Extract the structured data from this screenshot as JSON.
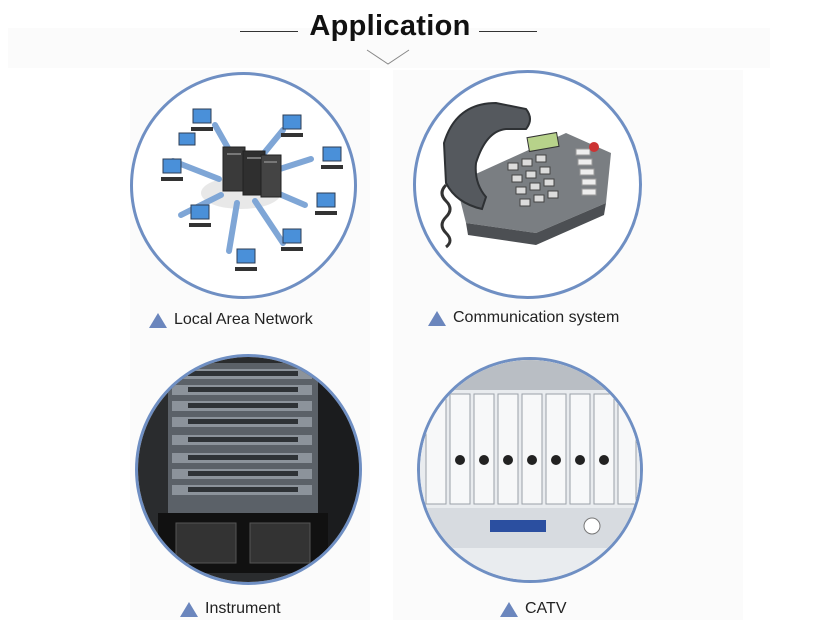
{
  "header": {
    "title": "Application"
  },
  "items": [
    {
      "label": "Local Area Network",
      "icon": "network-icon"
    },
    {
      "label": "Communication system",
      "icon": "telephone-icon"
    },
    {
      "label": "Instrument",
      "icon": "equipment-rack-icon"
    },
    {
      "label": "CATV",
      "icon": "catv-chassis-icon"
    }
  ],
  "colors": {
    "accent": "#6f8fc3",
    "triangle": "#6b86bd",
    "title": "#111111"
  }
}
